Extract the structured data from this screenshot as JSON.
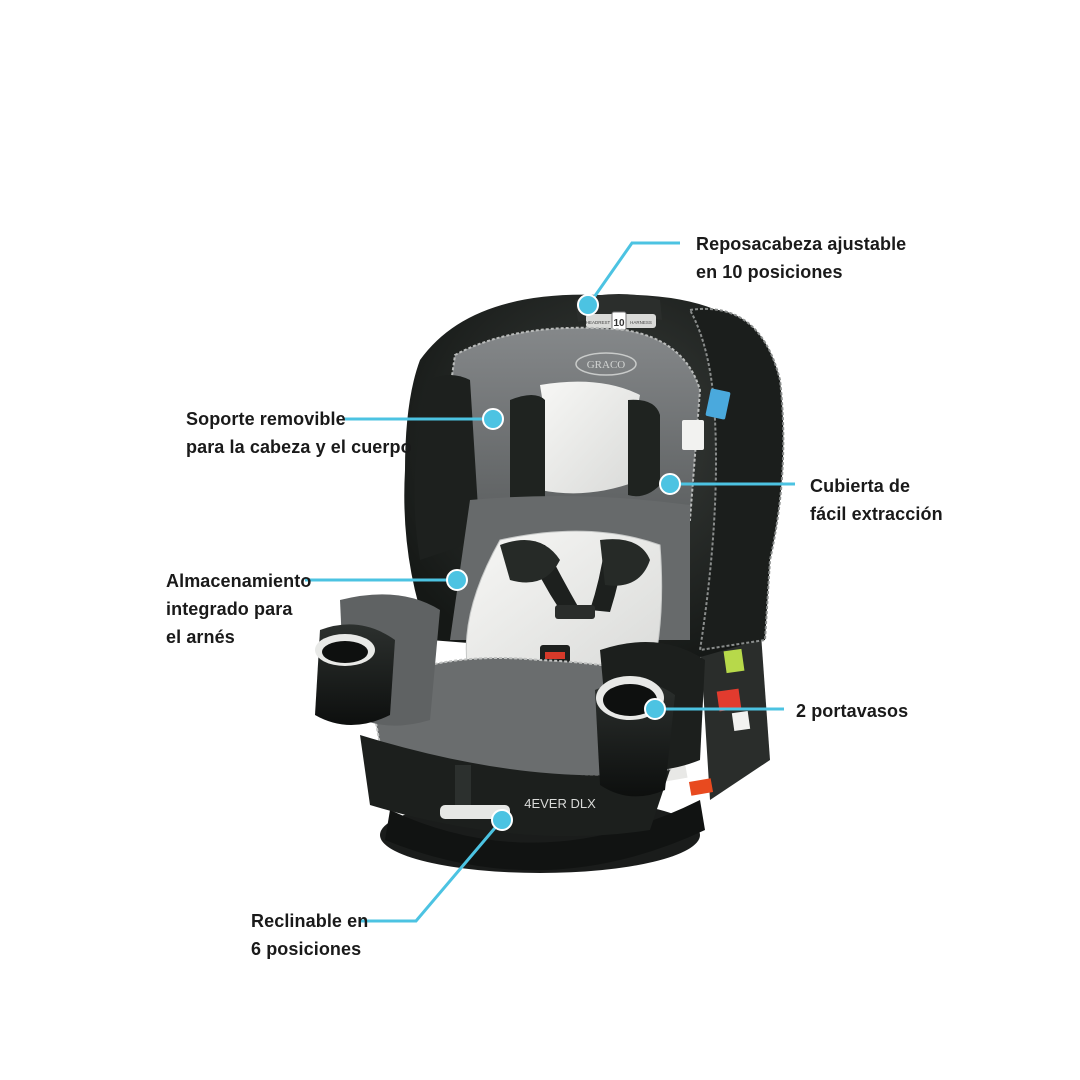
{
  "callouts": {
    "headrest": {
      "line1": "Reposacabeza ajustable",
      "line2": "en 10 posiciones"
    },
    "head_body_support": {
      "line1": "Soporte removible",
      "line2": "para la cabeza y el cuerpo"
    },
    "cover": {
      "line1": "Cubierta de",
      "line2": "fácil extracción"
    },
    "harness_storage": {
      "line1": "Almacenamiento",
      "line2": "integrado para",
      "line3": "el arnés"
    },
    "cupholders": {
      "line1": "2 portavasos"
    },
    "recline": {
      "line1": "Reclinable en",
      "line2": "6 posiciones"
    }
  },
  "product": {
    "brand": "GRACO",
    "model": "4EVER DLX",
    "headrest_badge_left": "HEADREST",
    "headrest_badge_number": "10",
    "headrest_badge_right": "HARNESS"
  },
  "colors": {
    "accent_line": "#4cc3e2",
    "seat_dark": "#1f2320",
    "seat_gray": "#6d6f6e",
    "seat_light": "#eeeeec",
    "text": "#1a1a1a"
  }
}
